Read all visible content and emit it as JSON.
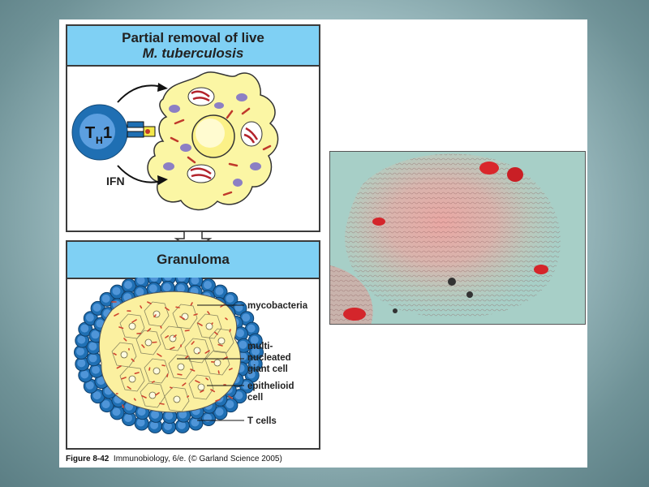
{
  "top_panel": {
    "title_line1": "Partial removal of live",
    "title_line2": "M. tuberculosis",
    "th1_label_main": "T",
    "th1_label_sub": "H",
    "th1_label_num": "1",
    "ifn_label": "IFN"
  },
  "bottom_panel": {
    "title": "Granuloma",
    "labels": {
      "mycobacteria": "mycobacteria",
      "giant_cell_line1": "multi-",
      "giant_cell_line2": "nucleated",
      "giant_cell_line3": "giant cell",
      "epithelioid_line1": "epithelioid",
      "epithelioid_line2": "cell",
      "t_cells": "T cells"
    }
  },
  "caption": {
    "figure": "Figure 8-42",
    "source": "Immunobiology, 6/e. (© Garland Science 2005)"
  },
  "colors": {
    "header_blue": "#7fd0f4",
    "tcell_blue": "#1f6fb3",
    "cytoplasm_yellow": "#fbf6a4",
    "bacteria_red": "#c0392b",
    "vesicle_purple": "#8c7fc4"
  }
}
